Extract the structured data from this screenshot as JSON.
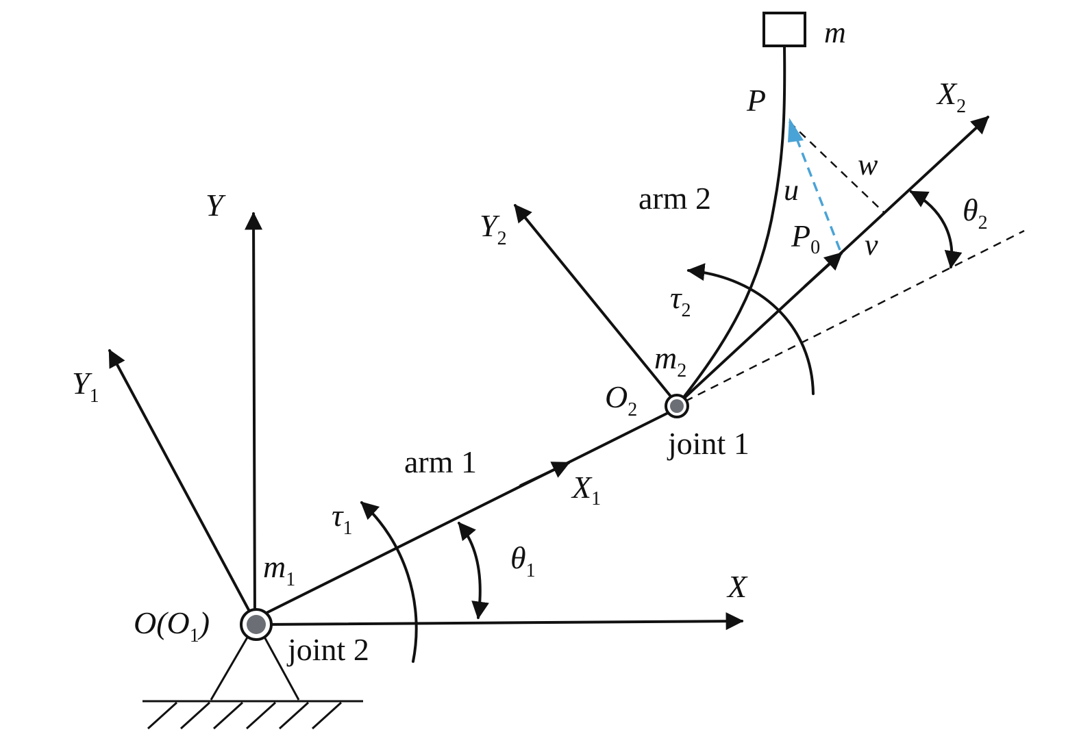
{
  "diagram": {
    "colors": {
      "ink": "#111111",
      "displacement_arrow": "#4aa3d6",
      "joint_fill": "#6b6e74",
      "background": "#ffffff"
    },
    "labels": {
      "mass_tip": "m",
      "point_p": "P",
      "x2_base": "X",
      "x2_sub": "2",
      "w": "w",
      "u": "u",
      "arm2": "arm 2",
      "theta2_base": "θ",
      "theta2_sub": "2",
      "p0_base": "P",
      "p0_sub": "0",
      "v": "v",
      "y2_base": "Y",
      "y2_sub": "2",
      "y_axis": "Y",
      "tau2_base": "τ",
      "tau2_sub": "2",
      "m2_base": "m",
      "m2_sub": "2",
      "o2_base": "O",
      "o2_sub": "2",
      "y1_base": "Y",
      "y1_sub": "1",
      "joint1": "joint 1",
      "arm1": "arm 1",
      "x1_base": "X",
      "x1_sub": "1",
      "tau1_base": "τ",
      "tau1_sub": "1",
      "theta1_base": "θ",
      "theta1_sub": "1",
      "m1_base": "m",
      "m1_sub": "1",
      "x_axis": "X",
      "origin_a": "O(O",
      "origin_sub": "1",
      "origin_b": ")",
      "joint2": "joint 2"
    }
  }
}
